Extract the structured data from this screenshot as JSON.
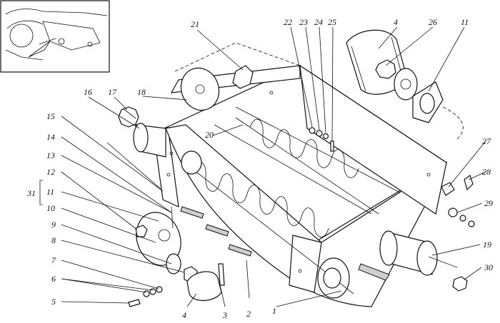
{
  "diagram": {
    "callouts": [
      {
        "id": "n1",
        "text": "1"
      },
      {
        "id": "n2",
        "text": "2"
      },
      {
        "id": "n3",
        "text": "3"
      },
      {
        "id": "n4a",
        "text": "4"
      },
      {
        "id": "n4b",
        "text": "4"
      },
      {
        "id": "n5",
        "text": "5"
      },
      {
        "id": "n6",
        "text": "6"
      },
      {
        "id": "n7",
        "text": "7"
      },
      {
        "id": "n8",
        "text": "8"
      },
      {
        "id": "n9",
        "text": "9"
      },
      {
        "id": "n10",
        "text": "10"
      },
      {
        "id": "n11a",
        "text": "11"
      },
      {
        "id": "n11b",
        "text": "11"
      },
      {
        "id": "n12",
        "text": "12"
      },
      {
        "id": "n13",
        "text": "13"
      },
      {
        "id": "n14",
        "text": "14"
      },
      {
        "id": "n15",
        "text": "15"
      },
      {
        "id": "n16",
        "text": "16"
      },
      {
        "id": "n17",
        "text": "17"
      },
      {
        "id": "n18",
        "text": "18"
      },
      {
        "id": "n19",
        "text": "19"
      },
      {
        "id": "n20",
        "text": "20"
      },
      {
        "id": "n21",
        "text": "21"
      },
      {
        "id": "n22",
        "text": "22"
      },
      {
        "id": "n23",
        "text": "23"
      },
      {
        "id": "n24",
        "text": "24"
      },
      {
        "id": "n25",
        "text": "25"
      },
      {
        "id": "n26",
        "text": "26"
      },
      {
        "id": "n27",
        "text": "27"
      },
      {
        "id": "n28",
        "text": "28"
      },
      {
        "id": "n29",
        "text": "29"
      },
      {
        "id": "n30",
        "text": "30"
      },
      {
        "id": "n31",
        "text": "31"
      }
    ]
  }
}
